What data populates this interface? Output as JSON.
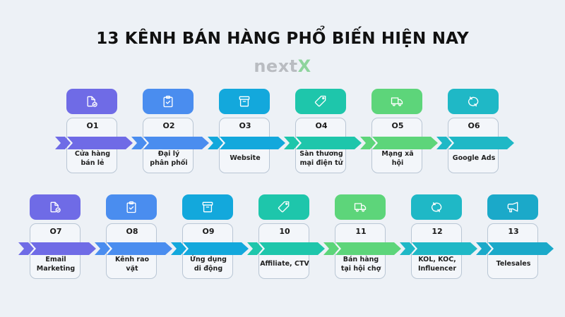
{
  "header": {
    "title": "13 KÊNH BÁN HÀNG PHỔ BIẾN HIỆN NAY",
    "brand_prefix": "next",
    "brand_suffix": "X"
  },
  "colors": {
    "background": "#edf1f6",
    "purple": "#6f6be6",
    "blue": "#4a8def",
    "cyan": "#13a8dc",
    "teal": "#1ec6ab",
    "green": "#5dd57a",
    "dark_teal": "#1fb8c6",
    "card_border": "#b9c6d4"
  },
  "steps": [
    {
      "number": "O1",
      "label_line1": "Cửa hàng",
      "label_line2": "bán lẻ",
      "icon": "document-check-icon",
      "color": "#6f6be6"
    },
    {
      "number": "O2",
      "label_line1": "Đại lý",
      "label_line2": "phân phối",
      "icon": "clipboard-check-icon",
      "color": "#4a8def"
    },
    {
      "number": "O3",
      "label_line1": "Website",
      "label_line2": "",
      "icon": "archive-box-icon",
      "color": "#13a8dc"
    },
    {
      "number": "O4",
      "label_line1": "Sàn thương",
      "label_line2": "mại điện tử",
      "icon": "price-tag-icon",
      "color": "#1ec6ab"
    },
    {
      "number": "O5",
      "label_line1": "Mạng xã",
      "label_line2": "hội",
      "icon": "delivery-truck-icon",
      "color": "#5dd57a"
    },
    {
      "number": "O6",
      "label_line1": "Google Ads",
      "label_line2": "",
      "icon": "refresh-cycle-icon",
      "color": "#1fb8c6"
    },
    {
      "number": "O7",
      "label_line1": "Email",
      "label_line2": "Marketing",
      "icon": "document-check-icon",
      "color": "#6f6be6"
    },
    {
      "number": "O8",
      "label_line1": "Kênh rao",
      "label_line2": "vặt",
      "icon": "clipboard-check-icon",
      "color": "#4a8def"
    },
    {
      "number": "O9",
      "label_line1": "Ứng dụng",
      "label_line2": "di động",
      "icon": "archive-box-icon",
      "color": "#13a8dc"
    },
    {
      "number": "10",
      "label_line1": "Affiliate, CTV",
      "label_line2": "",
      "icon": "price-tag-icon",
      "color": "#1ec6ab"
    },
    {
      "number": "11",
      "label_line1": "Bán hàng",
      "label_line2": "tại hội chợ",
      "icon": "delivery-truck-icon",
      "color": "#5dd57a"
    },
    {
      "number": "12",
      "label_line1": "KOL, KOC,",
      "label_line2": "Influencer",
      "icon": "refresh-cycle-icon",
      "color": "#1fb8c6"
    },
    {
      "number": "13",
      "label_line1": "Telesales",
      "label_line2": "",
      "icon": "megaphone-icon",
      "color": "#1ba9c9"
    }
  ]
}
